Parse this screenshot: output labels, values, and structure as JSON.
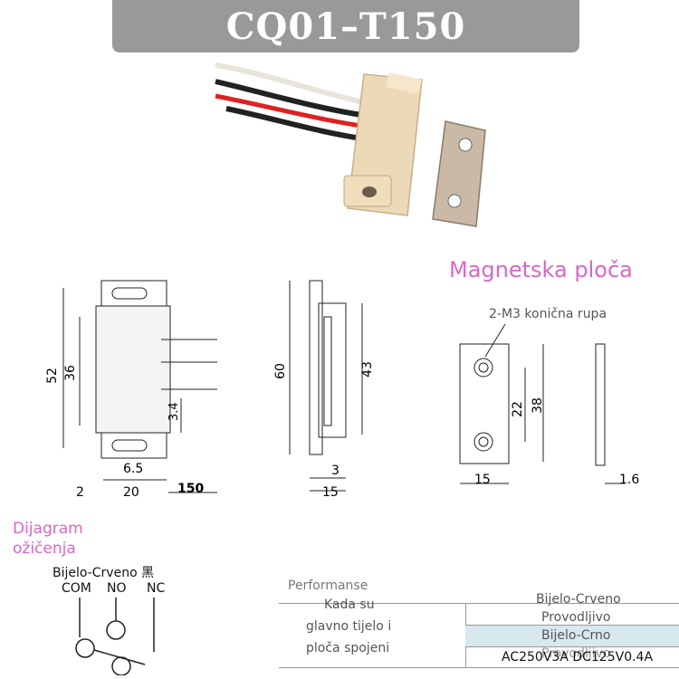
{
  "title": "CQ01–T150",
  "magnet_plate": {
    "title": "Magnetska ploča",
    "hole_label": "2-M3 konična rupa",
    "dims": {
      "height": "38",
      "spacing": "22",
      "width": "15",
      "thickness": "1.6"
    }
  },
  "main_body": {
    "dims": {
      "height": "52",
      "inner": "36",
      "width": "20",
      "wire_offset": "6.5",
      "wire_gap": "3.4",
      "left": "2",
      "wire_len": "150"
    }
  },
  "side_view": {
    "dims": {
      "height": "60",
      "inner": "43",
      "flange": "3",
      "depth": "15"
    }
  },
  "wiring": {
    "title_line1": "Dijagram",
    "title_line2": "ožičenja",
    "wire_colors": "Bijelo-Crveno",
    "black_char": "黑",
    "terminals": [
      "COM",
      "NO",
      "NC"
    ]
  },
  "performance": {
    "header": "Performanse",
    "condition": [
      "Kada su",
      "glavno tijelo i",
      "ploča spojeni"
    ],
    "rows": [
      {
        "wires": "Bijelo-Crveno",
        "state": "Provodljivo"
      },
      {
        "wires": "Bijelo-Crno",
        "state": "Provodljivo"
      }
    ],
    "rating": "AC250V3A DC125V0.4A"
  },
  "colors": {
    "title_bg": "#999999",
    "accent": "#d967c6",
    "table_highlight": "#d8e8ef"
  }
}
